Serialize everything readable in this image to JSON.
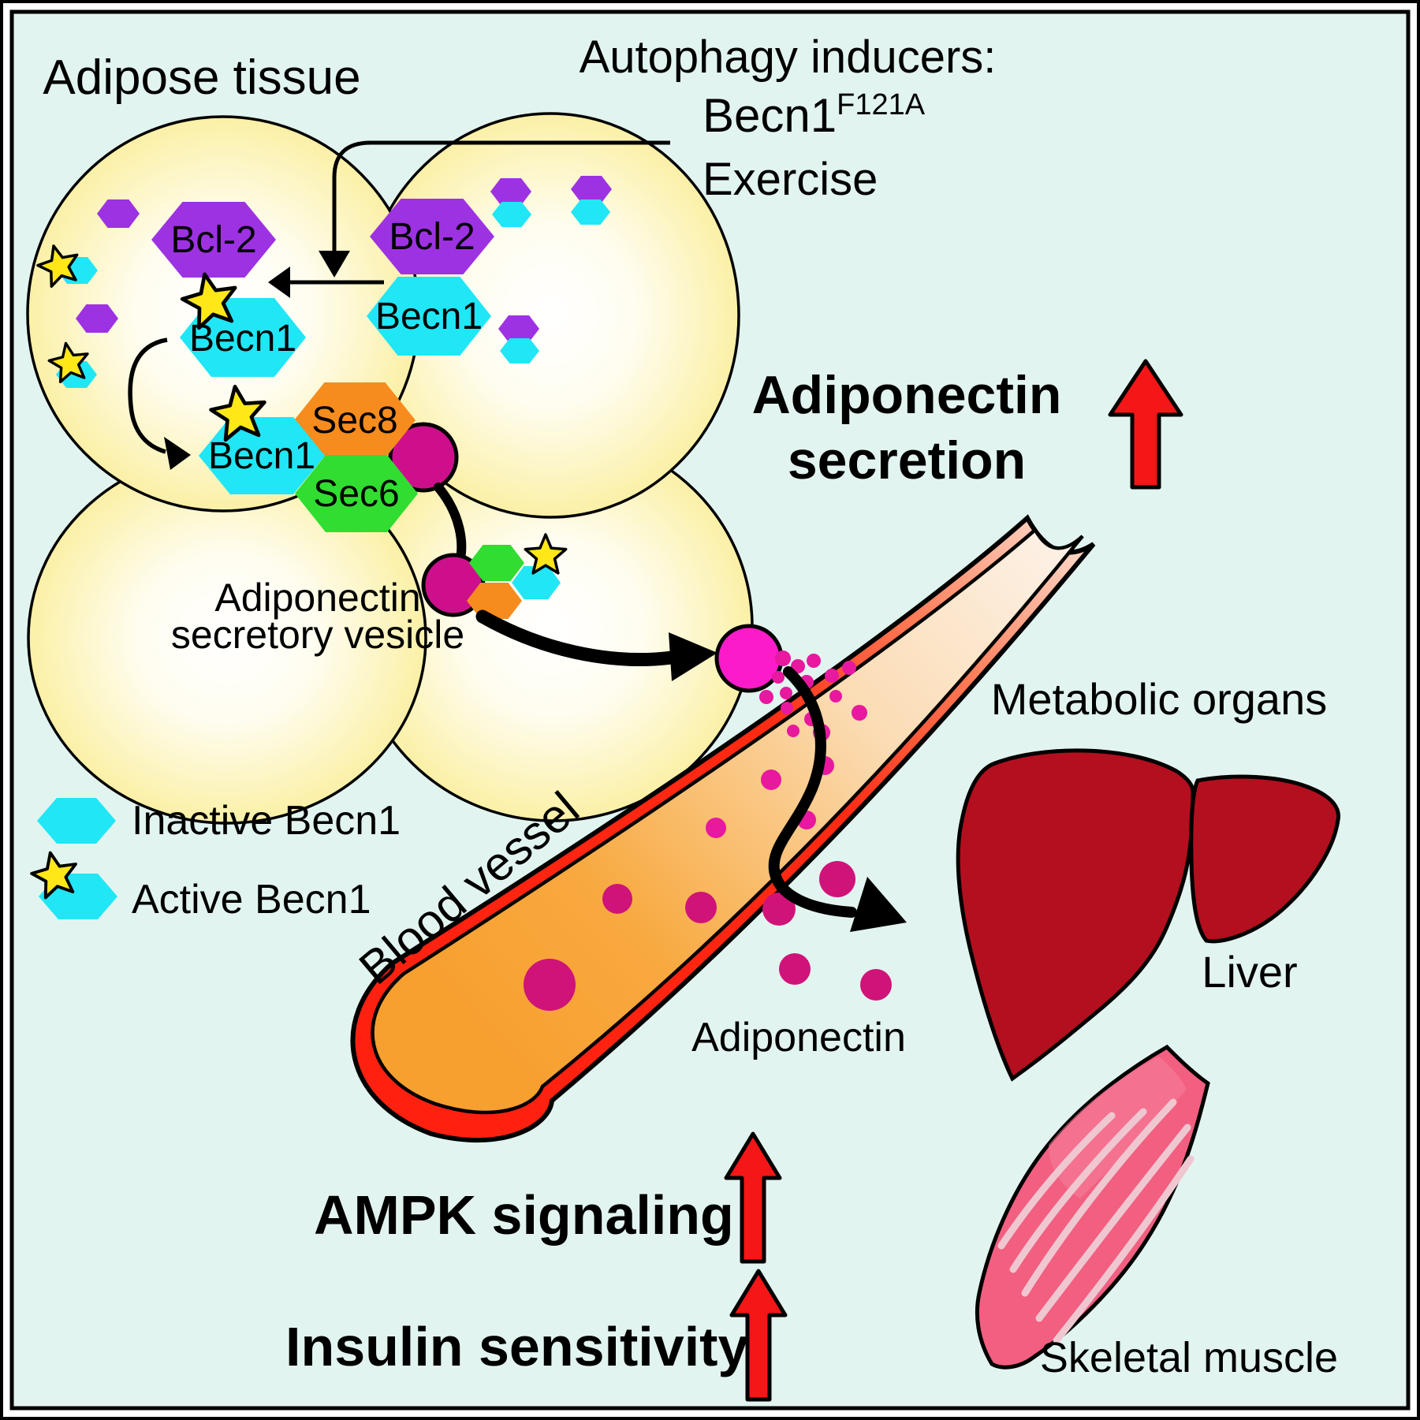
{
  "adipose": {
    "label": "Adipose tissue"
  },
  "inducers": {
    "title": "Autophagy inducers:",
    "becn1_base": "Becn1",
    "becn1_sup": "F121A",
    "exercise": "Exercise"
  },
  "molecules": {
    "bcl2_left": "Bcl-2",
    "becn1_left": "Becn1",
    "becn1_free": "Becn1",
    "bcl2_right": "Bcl-2",
    "becn1_right": "Becn1",
    "sec8": "Sec8",
    "sec6": "Sec6"
  },
  "vesicle": {
    "caption_line1": "Adiponectin",
    "caption_line2": "secretory vesicle"
  },
  "secretion": {
    "line1": "Adiponectin",
    "line2": "secretion"
  },
  "legend": {
    "inactive": "Inactive Becn1",
    "active": "Active Becn1"
  },
  "vessel": {
    "label": "Blood vessel"
  },
  "organs": {
    "title": "Metabolic organs",
    "liver": "Liver",
    "muscle": "Skeletal muscle"
  },
  "adiponectin": {
    "label": "Adiponectin"
  },
  "outcomes": {
    "ampk": "AMPK signaling",
    "insulin": "Insulin sensitivity"
  },
  "colors": {
    "background": "#e2f4f0",
    "cell_yellow": "#fbf0a6",
    "bcl2_purple": "#9d32e2",
    "becn1_cyan": "#20e6f6",
    "star_yellow": "#ffe718",
    "sec8_orange": "#f78c1e",
    "sec6_green": "#30dd30",
    "vesicle_magenta": "#ce0f8b",
    "fusion_pink": "#fb1bc9",
    "adiponectin_dot": "#cf1379",
    "vessel_red": "#ff2a12",
    "vessel_orange": "#f79f2f",
    "liver_red": "#b30f1e",
    "muscle_pink": "#f25f80",
    "up_arrow_red": "#f51617"
  }
}
